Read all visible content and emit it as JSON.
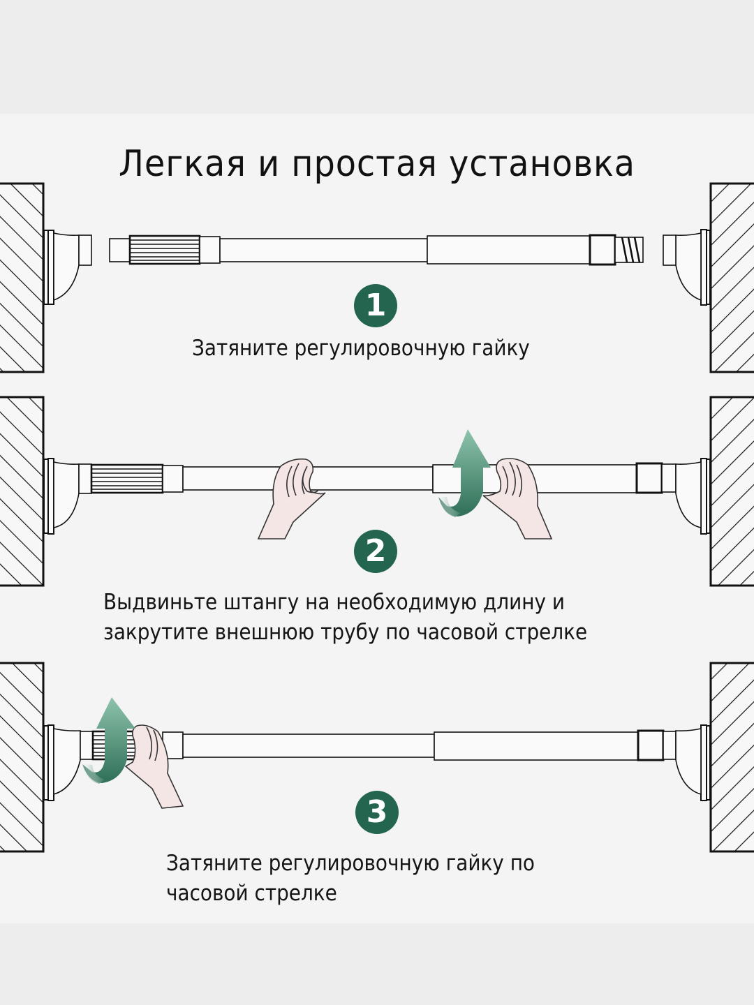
{
  "title": "Легкая и простая установка",
  "colors": {
    "accent": "#24654f",
    "arrow": "#5aa58a",
    "skin": "#f4e6e4",
    "line": "#111111",
    "panel": "#f4f4f5",
    "outer": "#ededed"
  },
  "steps": [
    {
      "number": "1",
      "text_lines": [
        "Затяните регулировочную гайку"
      ]
    },
    {
      "number": "2",
      "text_lines": [
        "Выдвиньте штангу на необходимую длину и",
        "закрутите внешнюю трубу по часовой стрелке"
      ]
    },
    {
      "number": "3",
      "text_lines": [
        "Затяните регулировочную гайку по",
        "часовой стрелке"
      ]
    }
  ],
  "icons": [
    "wall-hatch-icon",
    "rod-icon",
    "hand-icon",
    "rotate-arrow-icon"
  ]
}
